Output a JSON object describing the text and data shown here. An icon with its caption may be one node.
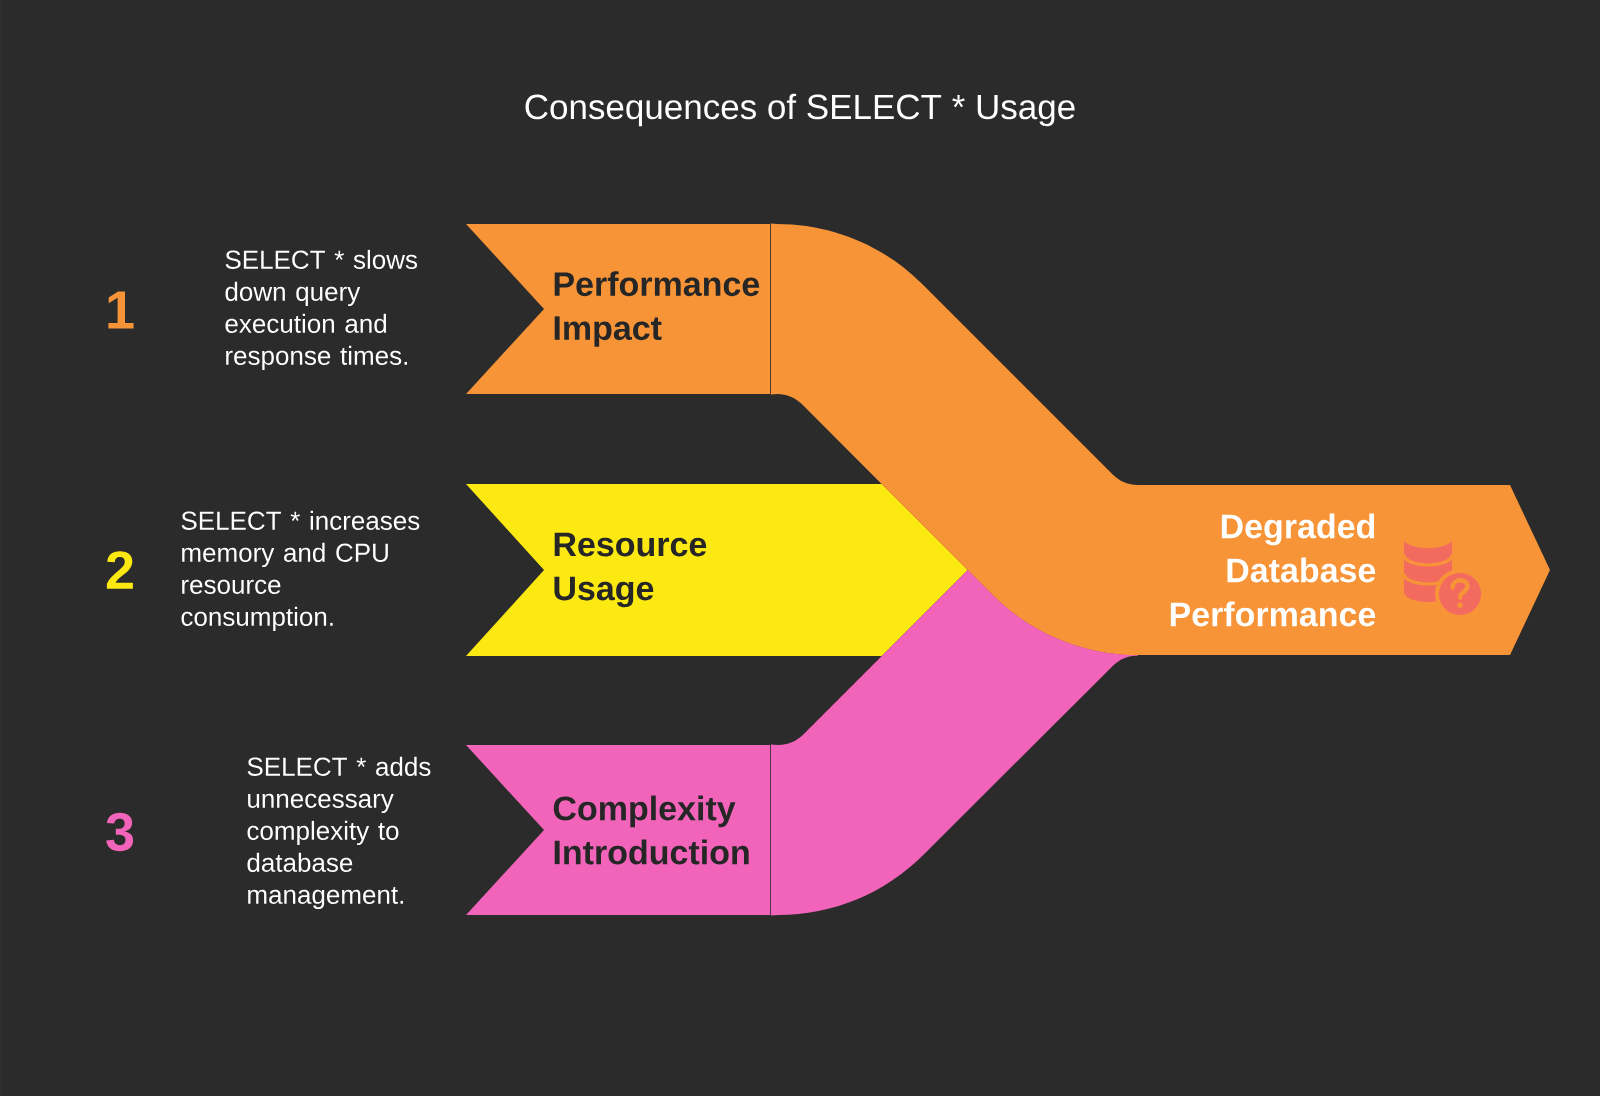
{
  "diagram": {
    "title": "Consequences of SELECT * Usage",
    "nodes": [
      {
        "text": [
          "Performance Impact"
        ],
        "beside": [
          "1",
          "SELECT * slows down query execution and response times."
        ]
      },
      {
        "text": [
          "Resource Usage"
        ],
        "beside": [
          "2",
          "SELECT * increases memory and CPU resource consumption."
        ]
      },
      {
        "text": [
          "Complexity Introduction"
        ],
        "beside": [
          "3",
          "SELECT * adds unnecessary complexity to database management."
        ]
      },
      {
        "text": [
          "Degraded Database Performance"
        ]
      }
    ],
    "edges": [
      {
        "from": 0,
        "to": 3,
        "arrow": "to",
        "color": "#f79438"
      },
      {
        "from": 2,
        "to": 3,
        "arrow": "none",
        "color": "#f264b9"
      }
    ]
  }
}
